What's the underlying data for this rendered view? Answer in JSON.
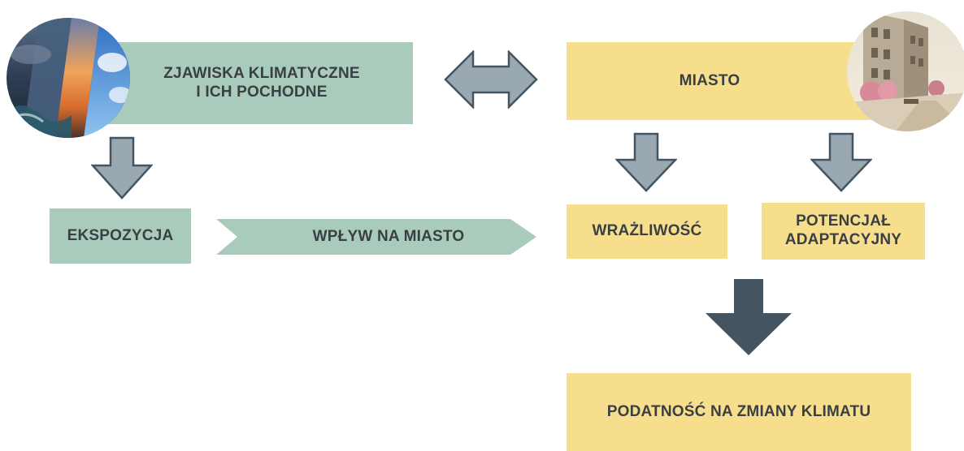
{
  "boxes": {
    "climate": {
      "line1": "ZJAWISKA KLIMATYCZNE",
      "line2": "I ICH POCHODNE"
    },
    "city": "MIASTO",
    "exposure": "EKSPOZYCJA",
    "impact": "WPŁYW NA MIASTO",
    "sensitivity": "WRAŻLIWOŚĆ",
    "adaptive": {
      "line1": "POTENCJAŁ",
      "line2": "ADAPTACYJNY"
    },
    "vulnerability": "PODATNOŚĆ NA ZMIANY KLIMATU"
  },
  "icons": {
    "weather": "weather-photo-icon",
    "city": "city-street-photo-icon"
  },
  "colors": {
    "green": "#a8cbbb",
    "yellow": "#f6de8c",
    "arrow_gray": "#9aa8b2",
    "arrow_dark": "#445561",
    "text": "#3a3f44"
  }
}
